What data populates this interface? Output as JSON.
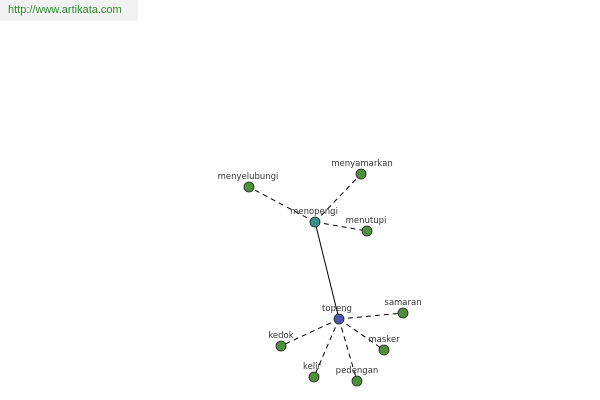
{
  "banner": {
    "url": "http://www.artikata.com"
  },
  "graph": {
    "nodes": [
      {
        "id": "topeng",
        "label": "topeng",
        "kind": "root"
      },
      {
        "id": "menopengi",
        "label": "menopengi",
        "kind": "hub"
      },
      {
        "id": "menyelubungi",
        "label": "menyelubungi",
        "kind": "leaf"
      },
      {
        "id": "menyamarkan",
        "label": "menyamarkan",
        "kind": "leaf"
      },
      {
        "id": "menutupi",
        "label": "menutupi",
        "kind": "leaf"
      },
      {
        "id": "samaran",
        "label": "samaran",
        "kind": "leaf"
      },
      {
        "id": "kedok",
        "label": "kedok",
        "kind": "leaf"
      },
      {
        "id": "masker",
        "label": "masker",
        "kind": "leaf"
      },
      {
        "id": "kelir",
        "label": "kelir",
        "kind": "leaf"
      },
      {
        "id": "pedengan",
        "label": "pedengan",
        "kind": "leaf"
      }
    ],
    "edges": [
      {
        "from": "topeng",
        "to": "menopengi",
        "style": "solid"
      },
      {
        "from": "menopengi",
        "to": "menyelubungi",
        "style": "dashed"
      },
      {
        "from": "menopengi",
        "to": "menyamarkan",
        "style": "dashed"
      },
      {
        "from": "menopengi",
        "to": "menutupi",
        "style": "dashed"
      },
      {
        "from": "topeng",
        "to": "samaran",
        "style": "dashed"
      },
      {
        "from": "topeng",
        "to": "kedok",
        "style": "dashed"
      },
      {
        "from": "topeng",
        "to": "masker",
        "style": "dashed"
      },
      {
        "from": "topeng",
        "to": "kelir",
        "style": "dashed"
      },
      {
        "from": "topeng",
        "to": "pedengan",
        "style": "dashed"
      }
    ],
    "colors": {
      "root": "#4a5aa8",
      "hub": "#3a8f8f",
      "leaf": "#4f8f3f",
      "stroke": "#1a2a1a",
      "edge": "#000000"
    }
  }
}
